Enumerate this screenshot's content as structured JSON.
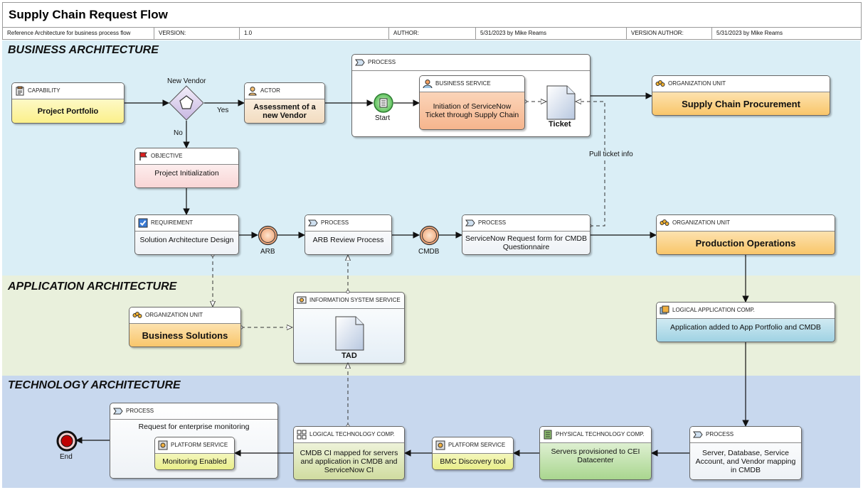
{
  "title": "Supply Chain Request Flow",
  "meta": {
    "reference": "Reference Architecture for business process flow",
    "version_label": "VERSION:",
    "version_value": "1.0",
    "author_label": "AUTHOR:",
    "author_value": "5/31/2023 by Mike Reams",
    "version_author_label": "VERSION AUTHOR:",
    "version_author_value": "5/31/2023 by Mike Reams"
  },
  "bands": {
    "business": {
      "label": "BUSINESS ARCHITECTURE",
      "color": "#daeef6"
    },
    "application": {
      "label": "APPLICATION ARCHITECTURE",
      "color": "#e9f0dc"
    },
    "technology": {
      "label": "TECHNOLOGY ARCHITECTURE",
      "color": "#c8d8ee"
    }
  },
  "nodes": {
    "capability": {
      "type": "CAPABILITY",
      "label": "Project Portfolio"
    },
    "gateway": {
      "label": "New Vendor",
      "yes": "Yes",
      "no": "No"
    },
    "actor": {
      "type": "ACTOR",
      "label": "Assessment of a new Vendor"
    },
    "process_container": {
      "type": "PROCESS"
    },
    "start": {
      "label": "Start"
    },
    "business_service": {
      "type": "BUSINESS SERVICE",
      "label": "Initiation of ServiceNow Ticket through Supply Chain"
    },
    "ticket": {
      "label": "Ticket"
    },
    "org_supply": {
      "type": "ORGANIZATION UNIT",
      "label": "Supply Chain Procurement"
    },
    "objective": {
      "type": "OBJECTIVE",
      "label": "Project Initialization"
    },
    "requirement": {
      "type": "REQUIREMENT",
      "label": "Solution Architecture Design"
    },
    "arb_event": {
      "label": "ARB"
    },
    "arb_process": {
      "type": "PROCESS",
      "label": "ARB Review Process"
    },
    "cmdb_event": {
      "label": "CMDB"
    },
    "sn_request": {
      "type": "PROCESS",
      "label": "ServiceNow Request form for CMDB Questionnaire"
    },
    "pull_ticket": {
      "label": "Pull ticket info"
    },
    "org_production": {
      "type": "ORGANIZATION UNIT",
      "label": "Production Operations"
    },
    "org_business_solutions": {
      "type": "ORGANIZATION UNIT",
      "label": "Business Solutions"
    },
    "info_sys_service": {
      "type": "INFORMATION SYSTEM SERVICE",
      "doc_label": "TAD"
    },
    "logical_app": {
      "type": "LOGICAL APPLICATION COMP.",
      "label": "Application added to App Portfolio and CMDB"
    },
    "mon_process": {
      "type": "PROCESS",
      "label": "Request for enterprise monitoring"
    },
    "platform_monitoring": {
      "type": "PLATFORM SERVICE",
      "label": "Monitoring Enabled"
    },
    "end": {
      "label": "End"
    },
    "logical_tech": {
      "type": "LOGICAL TECHNOLOGY COMP.",
      "label": "CMDB CI mapped for servers and application in CMDB and ServiceNow CI"
    },
    "platform_bmc": {
      "type": "PLATFORM SERVICE",
      "label": "BMC Discovery tool"
    },
    "physical_tech": {
      "type": "PHYSICAL TECHNOLOGY COMP.",
      "label": "Servers provisioned to CEI Datacenter"
    },
    "server_process": {
      "type": "PROCESS",
      "label": "Server, Database, Service Account, and Vendor mapping in CMDB"
    }
  }
}
